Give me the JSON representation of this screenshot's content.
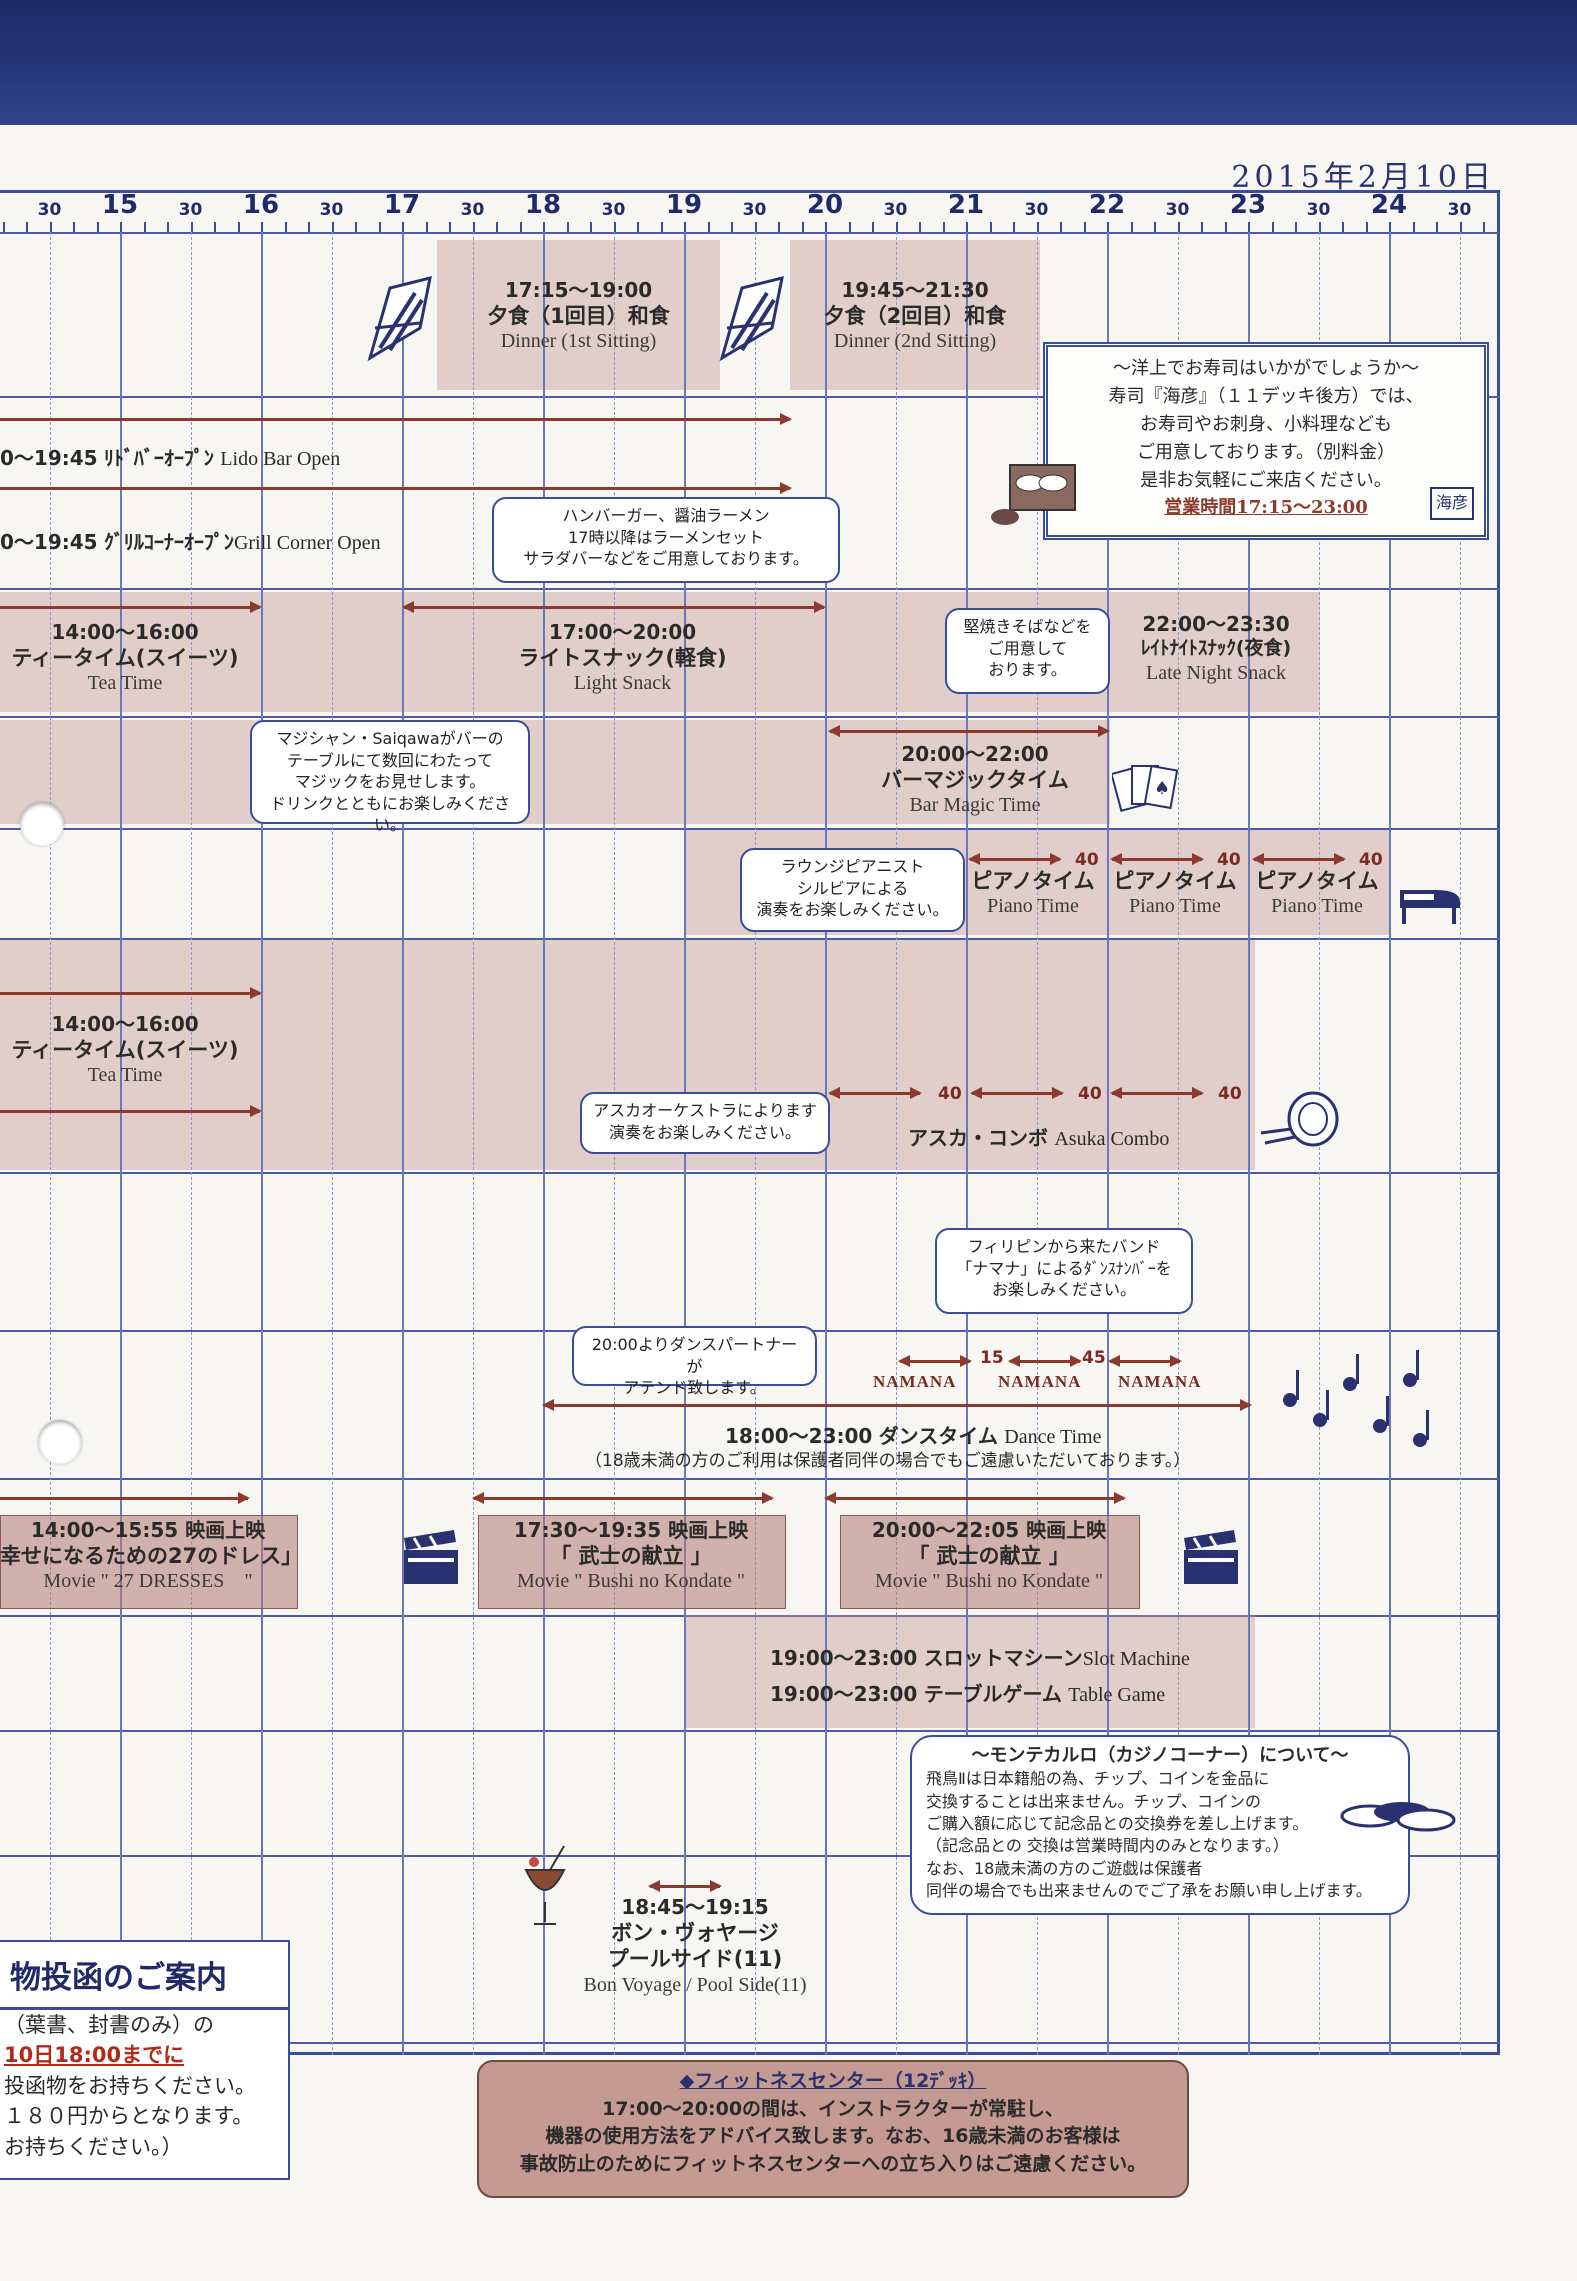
{
  "header": {
    "date": "2015年2月10日"
  },
  "timeline": {
    "hours": [
      "15",
      "16",
      "17",
      "18",
      "19",
      "20",
      "21",
      "22",
      "23",
      "24"
    ],
    "half_label": "30"
  },
  "dinner1": {
    "time": "17:15〜19:00",
    "ja": "夕食（1回目）和食",
    "en": "Dinner (1st Sitting)"
  },
  "dinner2": {
    "time": "19:45〜21:30",
    "ja": "夕食（2回目）和食",
    "en": "Dinner (2nd Sitting)"
  },
  "sushi": {
    "line1": "〜洋上でお寿司はいかがでしょうか〜",
    "line2": "寿司『海彦』（１１デッキ後方）では、",
    "line3": "お寿司やお刺身、小料理なども",
    "line4": "ご用意しております。（別料金）",
    "line5": "是非お気軽にご来店ください。",
    "hours": "営業時間17:15〜23:00",
    "logo": "海彦"
  },
  "lido": {
    "time": "0〜19:45",
    "ja": "ﾘﾄﾞﾊﾞｰｵｰﾌﾟﾝ",
    "en": "Lido Bar Open"
  },
  "grill": {
    "time": "0〜19:45",
    "ja": "ｸﾞﾘﾙｺｰﾅｰｵｰﾌﾟﾝ",
    "en": "Grill Corner Open"
  },
  "grill_bubble": {
    "l1": "ハンバーガー、醤油ラーメン",
    "l2": "17時以降はラーメンセット",
    "l3": "サラダバーなどをご用意しております。"
  },
  "tea1": {
    "time": "14:00〜16:00",
    "ja": "ティータイム(スイーツ)",
    "en": "Tea Time"
  },
  "snack": {
    "time": "17:00〜20:00",
    "ja": "ライトスナック(軽食)",
    "en": "Light Snack"
  },
  "snack_bubble": {
    "l1": "堅焼きそばなどを",
    "l2": "ご用意して",
    "l3": "おります。"
  },
  "late": {
    "time": "22:00〜23:30",
    "ja": "ﾚｲﾄﾅｲﾄｽﾅｯｸ(夜食)",
    "en": "Late Night Snack"
  },
  "magic_bubble": {
    "l1": "マジシャン・Saiqawaがバーの",
    "l2": "テーブルにて数回にわたって",
    "l3": "マジックをお見せします。",
    "l4": "ドリンクとともにお楽しみください。"
  },
  "magic": {
    "time": "20:00〜22:00",
    "ja": "バーマジックタイム",
    "en": "Bar Magic Time"
  },
  "piano_bubble": {
    "l1": "ラウンジピアニスト",
    "l2": "シルビアによる",
    "l3": "演奏をお楽しみください。"
  },
  "piano": {
    "ja": "ピアノタイム",
    "en": "Piano Time",
    "mins": "40"
  },
  "tea2": {
    "time": "14:00〜16:00",
    "ja": "ティータイム(スイーツ)",
    "en": "Tea Time"
  },
  "combo_bubble": {
    "l1": "アスカオーケストラによります",
    "l2": "演奏をお楽しみください。"
  },
  "combo": {
    "ja": "アスカ・コンボ",
    "en": "Asuka Combo",
    "mins": "40"
  },
  "band_bubble": {
    "l1": "フィリピンから来たバンド",
    "l2": "「ナマナ」によるﾀﾞﾝｽﾅﾝﾊﾞｰを",
    "l3": "お楽しみください。"
  },
  "partner_bubble": {
    "l1": "20:00よりダンスパートナーが",
    "l2": "アテンド致します。"
  },
  "namana": {
    "name": "NAMANA",
    "m15": "15",
    "m45": "45"
  },
  "dance": {
    "time": "18:00〜23:00",
    "ja": "ダンスタイム",
    "en": "Dance Time",
    "note": "（18歳未満の方のご利用は保護者同伴の場合でもご遠慮いただいております。）"
  },
  "movie1": {
    "time": "14:00〜15:55  映画上映",
    "ja": "幸せになるための27のドレス」",
    "en": "Movie \" 27 DRESSES　\""
  },
  "movie2": {
    "time": "17:30〜19:35  映画上映",
    "ja": "「 武士の献立 」",
    "en": "Movie \" Bushi no Kondate \""
  },
  "movie3": {
    "time": "20:00〜22:05  映画上映",
    "ja": "「 武士の献立 」",
    "en": "Movie \" Bushi no Kondate \""
  },
  "slot": {
    "time": "19:00〜23:00",
    "ja": "スロットマシーン",
    "en": "Slot Machine"
  },
  "table": {
    "time": "19:00〜23:00",
    "ja": "テーブルゲーム",
    "en": "Table Game"
  },
  "casino": {
    "title": "〜モンテカルロ（カジノコーナー）について〜",
    "l1": "飛鳥Ⅱは日本籍船の為、チップ、コインを金品に",
    "l2": "交換することは出来ません。チップ、コインの",
    "l3": "ご購入額に応じて記念品との交換券を差し上げます。",
    "l4": "（記念品との 交換は営業時間内のみとなります。）",
    "l5": "なお、18歳未満の方のご遊戯は保護者",
    "l6": "同伴の場合でも出来ませんのでご了承をお願い申し上げます。"
  },
  "bonvoyage": {
    "time": "18:45〜19:15",
    "ja1": "ボン・ヴォヤージ",
    "ja2": "プールサイド(11)",
    "en": "Bon Voyage / Pool Side(11)"
  },
  "mail": {
    "title": "物投函のご案内",
    "l1": "（葉書、封書のみ）の",
    "l2": "10日18:00までに",
    "l3": "投函物をお持ちください。",
    "l4": "１８０円からとなります。",
    "l5": "お持ちください。）"
  },
  "fitness": {
    "title": "◆フィットネスセンター（12ﾃﾞｯｷ）",
    "l1": "17:00〜20:00の間は、インストラクターが常駐し、",
    "l2": "機器の使用方法をアドバイス致します。なお、16歳未満のお客様は",
    "l3": "事故防止のためにフィットネスセンターへの立ち入りはご遠慮ください。"
  },
  "colors": {
    "navy": "#1f2a6a",
    "grid": "#3b4c9a",
    "shade": "#c4968f",
    "arrow": "#8a3a2e"
  }
}
